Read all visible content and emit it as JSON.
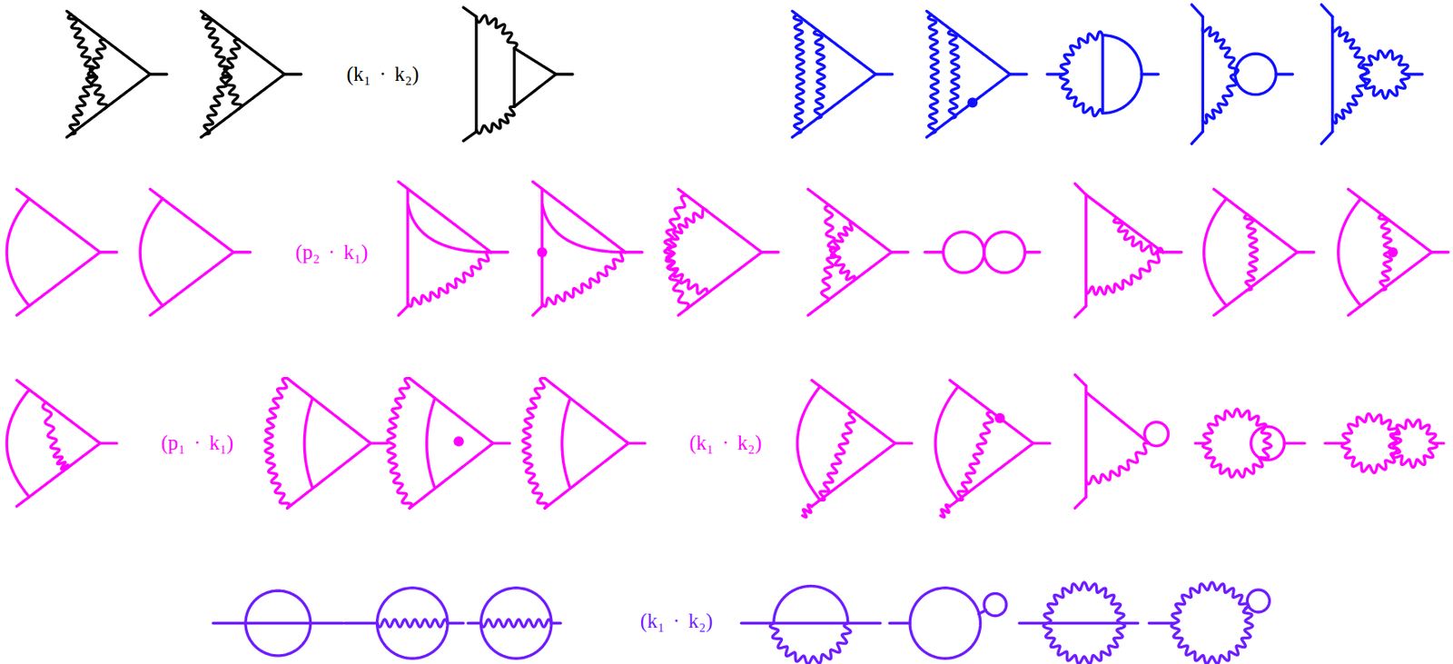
{
  "diagram": {
    "labels": [
      "(k₁ · k₂)",
      "(p₂ · k₁)",
      "(p₁ · k₁)",
      "(k₁ · k₂)",
      "(k₁ · k₂)"
    ]
  }
}
